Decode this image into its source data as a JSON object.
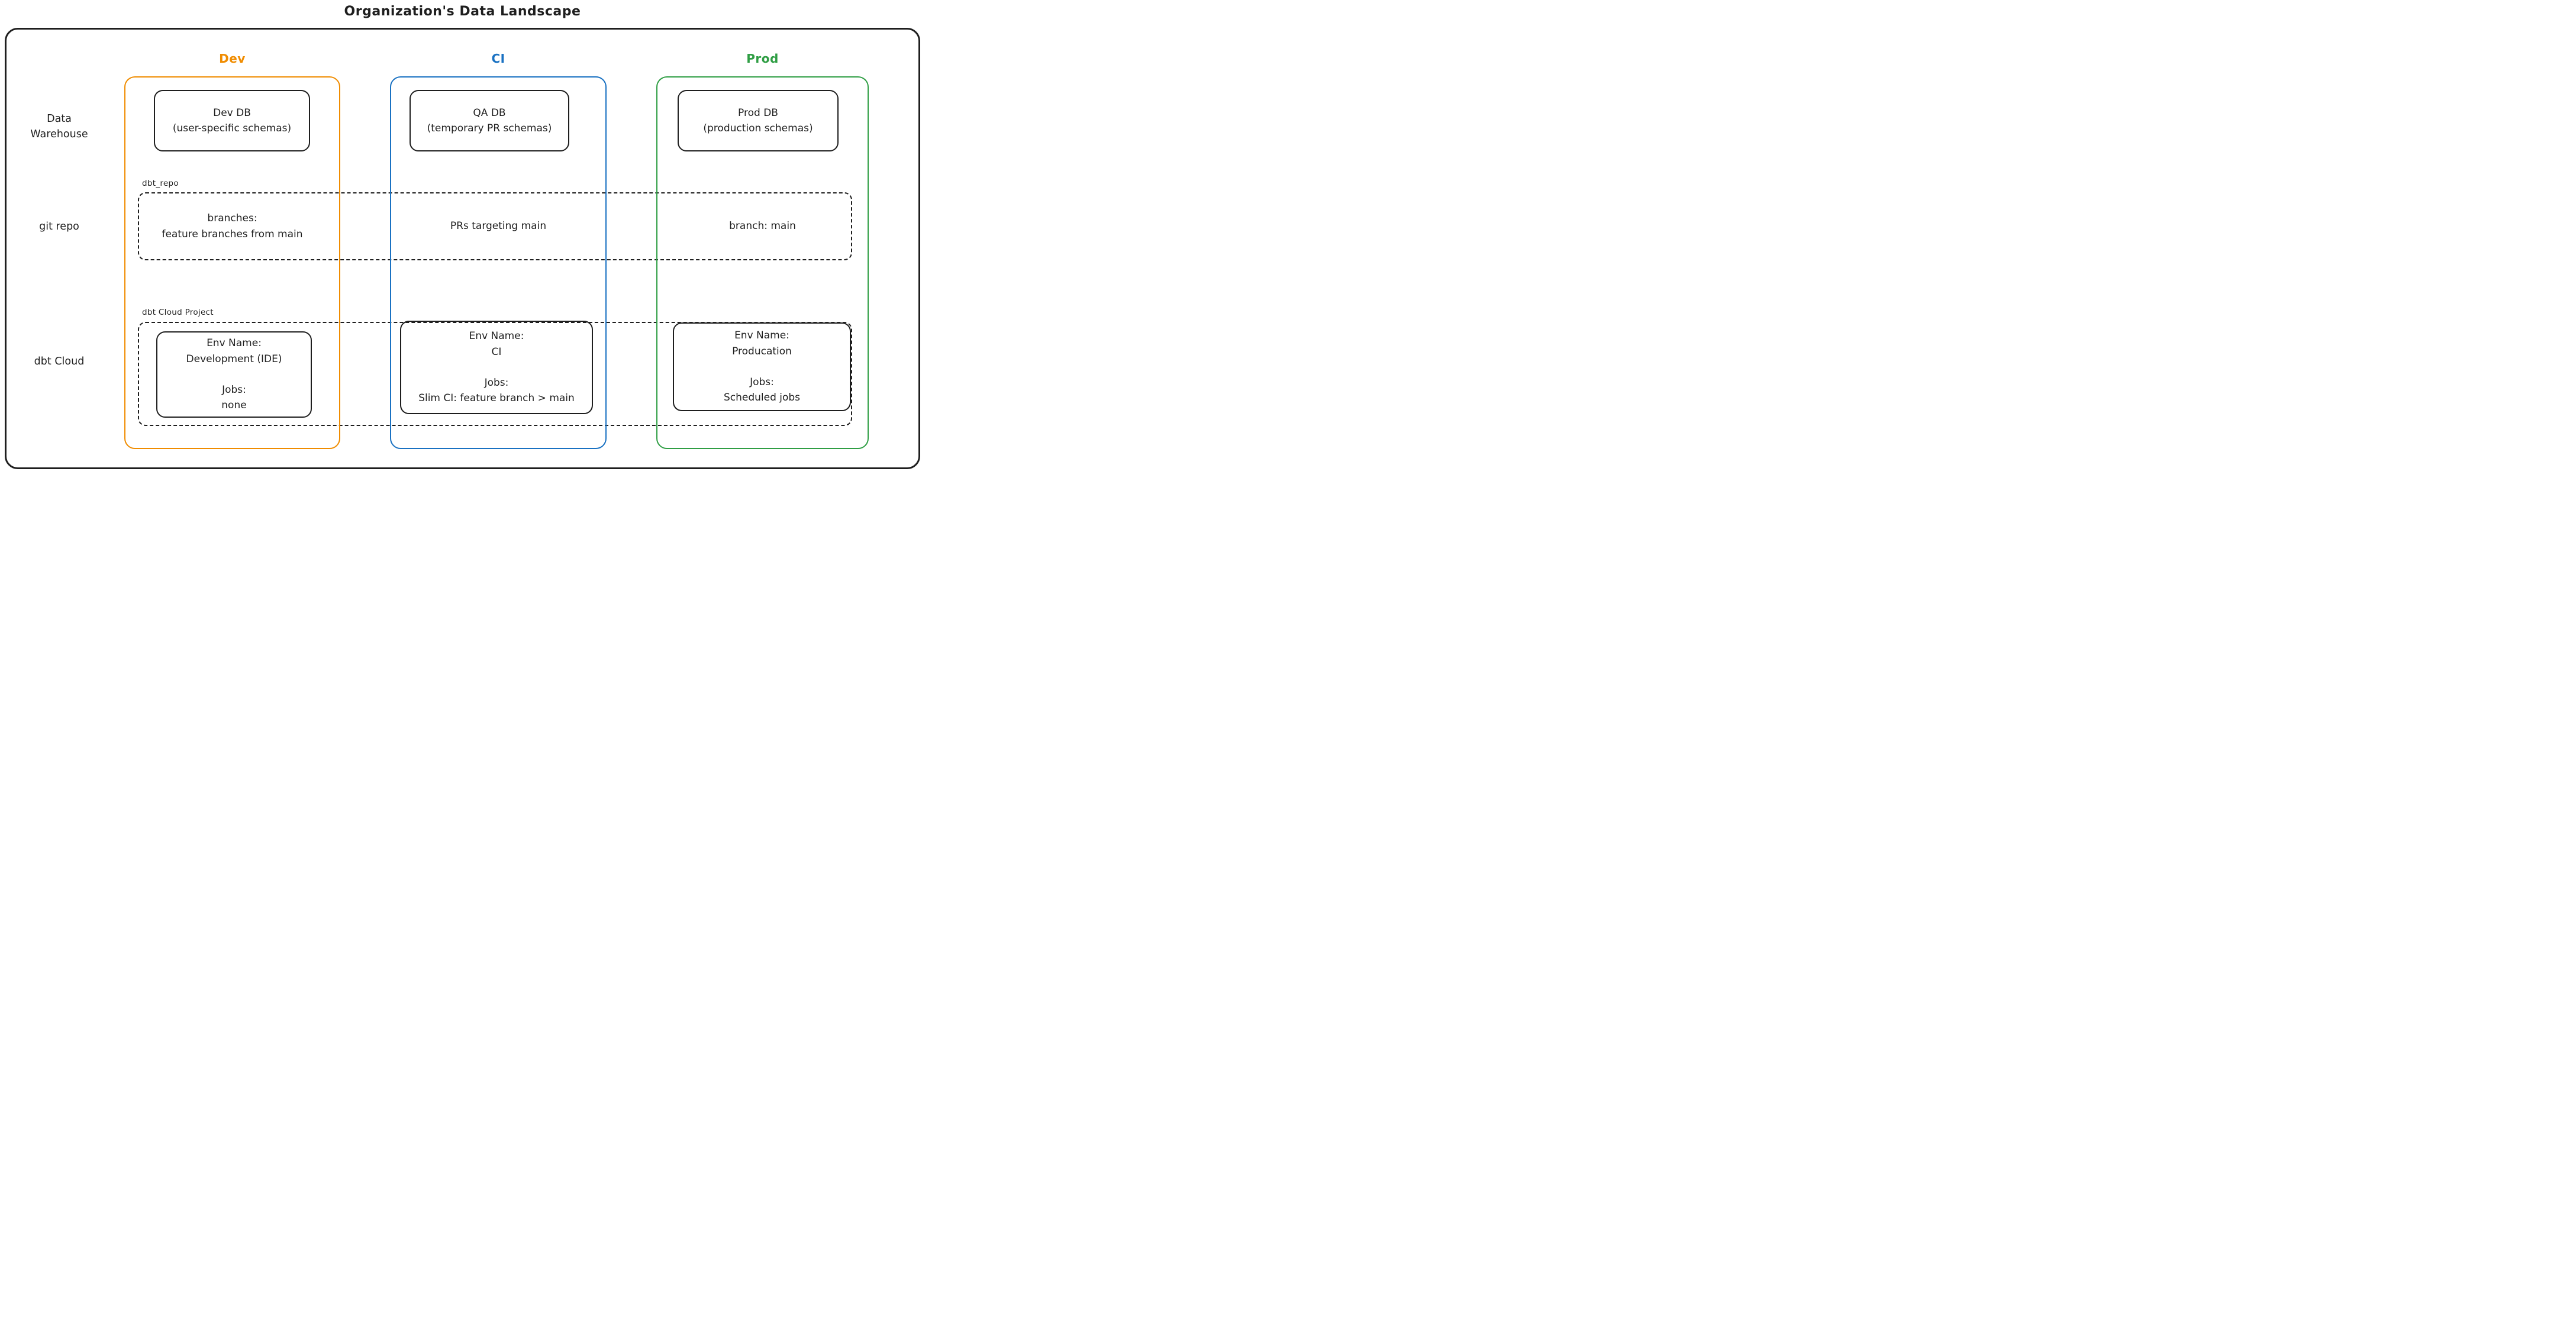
{
  "title": "Organization's Data Landscape",
  "colors": {
    "stroke": "#1e1e1e",
    "dev": "#f08c00",
    "ci": "#1971c2",
    "prod": "#2f9e44"
  },
  "row_labels": {
    "warehouse_line1": "Data",
    "warehouse_line2": "Warehouse",
    "git": "git repo",
    "cloud": "dbt Cloud"
  },
  "group_boxes": {
    "git_label": "dbt_repo",
    "cloud_label": "dbt Cloud Project"
  },
  "columns": [
    {
      "id": "dev",
      "header": "Dev",
      "db": {
        "name": "Dev DB",
        "detail": "(user-specific schemas)"
      },
      "git": {
        "line1": "branches:",
        "line2": "feature branches from main"
      },
      "cloud": {
        "env_label": "Env Name:",
        "env_name": "Development (IDE)",
        "jobs_label": "Jobs:",
        "jobs_value": "none"
      }
    },
    {
      "id": "ci",
      "header": "CI",
      "db": {
        "name": "QA DB",
        "detail": "(temporary PR schemas)"
      },
      "git": {
        "line1": "PRs targeting main",
        "line2": ""
      },
      "cloud": {
        "env_label": "Env Name:",
        "env_name": "CI",
        "jobs_label": "Jobs:",
        "jobs_value": "Slim CI: feature branch > main"
      }
    },
    {
      "id": "prod",
      "header": "Prod",
      "db": {
        "name": "Prod DB",
        "detail": "(production schemas)"
      },
      "git": {
        "line1": "branch: main",
        "line2": ""
      },
      "cloud": {
        "env_label": "Env Name:",
        "env_name": "Producation",
        "jobs_label": "Jobs:",
        "jobs_value": "Scheduled jobs"
      }
    }
  ]
}
